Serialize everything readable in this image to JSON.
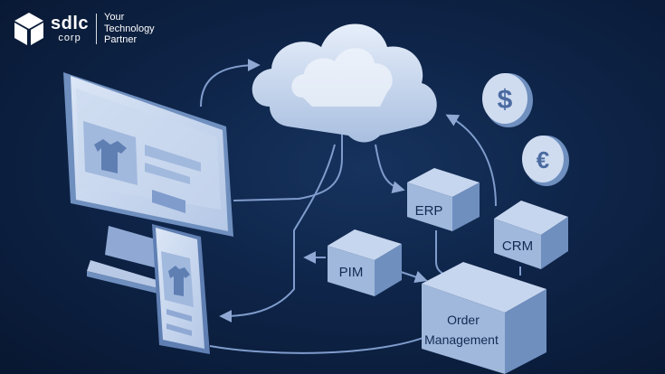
{
  "brand": {
    "name": "sdlc",
    "sub": "corp",
    "tagline": [
      "Your",
      "Technology",
      "Partner"
    ]
  },
  "nodes": {
    "erp": "ERP",
    "crm": "CRM",
    "pim": "PIM",
    "order_line1": "Order",
    "order_line2": "Management"
  },
  "coins": {
    "dollar": "$",
    "euro": "€"
  },
  "icons": [
    "cube-logo-icon",
    "cloud-icon",
    "desktop-monitor-icon",
    "smartphone-icon",
    "t-shirt-icon",
    "dollar-coin-icon",
    "euro-coin-icon"
  ],
  "colors": {
    "background": "#0e2448",
    "box_light": "#9fb8dc",
    "box_side": "#6f8fbf",
    "cloud": "#cfdcf0",
    "line": "#7f9ccc"
  }
}
